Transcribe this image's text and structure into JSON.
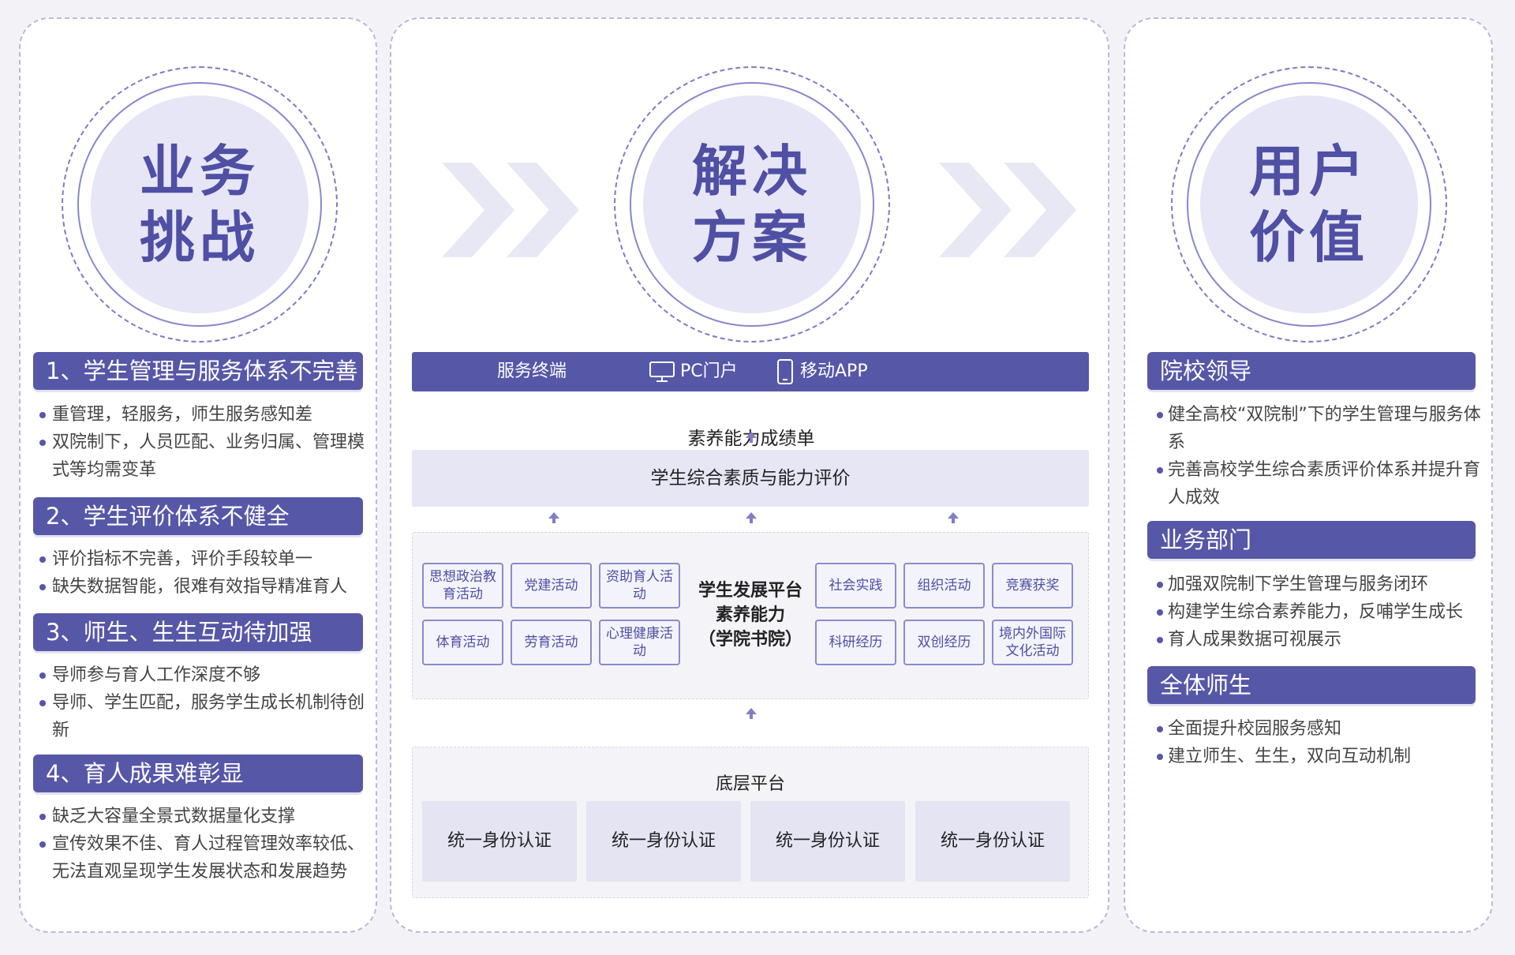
{
  "left": {
    "hero": [
      "业务",
      "挑战"
    ],
    "sections": [
      {
        "title": "1、学生管理与服务体系不完善",
        "bullets": [
          "重管理，轻服务，师生服务感知差",
          "双院制下，人员匹配、业务归属、管理模式等均需变革"
        ]
      },
      {
        "title": "2、学生评价体系不健全",
        "bullets": [
          "评价指标不完善，评价手段较单一",
          "缺失数据智能，很难有效指导精准育人"
        ]
      },
      {
        "title": "3、师生、生生互动待加强",
        "bullets": [
          "导师参与育人工作深度不够",
          "导师、学生匹配，服务学生成长机制待创新"
        ]
      },
      {
        "title": "4、育人成果难彰显",
        "bullets": [
          "缺乏大容量全景式数据量化支撑",
          "宣传效果不佳、育人过程管理效率较低、无法直观呈现学生发展状态和发展趋势"
        ]
      }
    ]
  },
  "middle": {
    "hero": [
      "解决",
      "方案"
    ],
    "terminal": {
      "label": "服务终端",
      "pc": "PC门户",
      "app": "移动APP"
    },
    "score_title": "素养能力成绩单",
    "eval": "学生综合素质与能力评价",
    "dev_center": [
      "学生发展平台",
      "素养能力",
      "（学院书院）"
    ],
    "tags_left": [
      "思想政治教育活动",
      "党建活动",
      "资助育人活动",
      "体育活动",
      "劳育活动",
      "心理健康活动"
    ],
    "tags_right": [
      "社会实践",
      "组织活动",
      "竞赛获奖",
      "科研经历",
      "双创经历",
      "境内外国际文化活动"
    ],
    "base_title": "底层平台",
    "auth": [
      "统一身份认证",
      "统一身份认证",
      "统一身份认证",
      "统一身份认证"
    ]
  },
  "right": {
    "hero": [
      "用户",
      "价值"
    ],
    "roles": [
      {
        "title": "院校领导",
        "bullets": [
          "健全高校“双院制”下的学生管理与服务体系",
          "完善高校学生综合素质评价体系并提升育人成效"
        ]
      },
      {
        "title": "业务部门",
        "bullets": [
          "加强双院制下学生管理与服务闭环",
          "构建学生综合素养能力，反哺学生成长",
          "育人成果数据可视展示"
        ]
      },
      {
        "title": "全体师生",
        "bullets": [
          "全面提升校园服务感知",
          "建立师生、生生，双向互动机制"
        ]
      }
    ]
  },
  "colors": {
    "primary": "#5757a8",
    "light": "#e6e6f5",
    "accent_text": "#4f4fa4",
    "border": "#b9b9de"
  }
}
